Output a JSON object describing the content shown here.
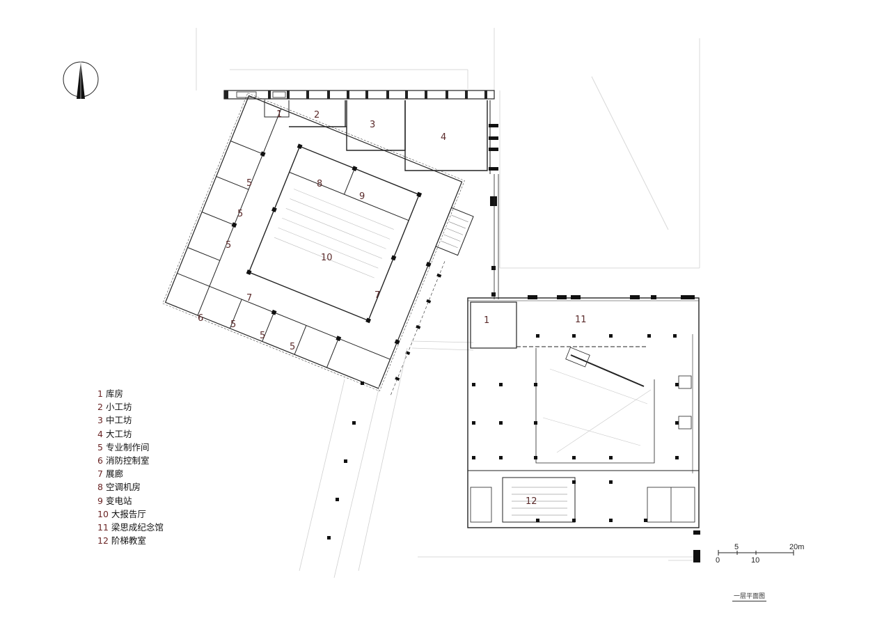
{
  "compass": {
    "icon": "north-arrow-icon"
  },
  "room_labels": [
    {
      "id": "l1a",
      "text": "1"
    },
    {
      "id": "l2",
      "text": "2"
    },
    {
      "id": "l3",
      "text": "3"
    },
    {
      "id": "l4",
      "text": "4"
    },
    {
      "id": "l5a",
      "text": "5"
    },
    {
      "id": "l5b",
      "text": "5"
    },
    {
      "id": "l5c",
      "text": "5"
    },
    {
      "id": "l5d",
      "text": "5"
    },
    {
      "id": "l5e",
      "text": "5"
    },
    {
      "id": "l5f",
      "text": "5"
    },
    {
      "id": "l6",
      "text": "6"
    },
    {
      "id": "l7a",
      "text": "7"
    },
    {
      "id": "l7b",
      "text": "7"
    },
    {
      "id": "l8",
      "text": "8"
    },
    {
      "id": "l9",
      "text": "9"
    },
    {
      "id": "l10",
      "text": "10"
    },
    {
      "id": "l1b",
      "text": "1"
    },
    {
      "id": "l11",
      "text": "11"
    },
    {
      "id": "l12",
      "text": "12"
    }
  ],
  "legend": [
    {
      "num": "1",
      "text": "库房"
    },
    {
      "num": "2",
      "text": "小工坊"
    },
    {
      "num": "3",
      "text": "中工坊"
    },
    {
      "num": "4",
      "text": "大工坊"
    },
    {
      "num": "5",
      "text": "专业制作间"
    },
    {
      "num": "6",
      "text": "消防控制室"
    },
    {
      "num": "7",
      "text": "展廊"
    },
    {
      "num": "8",
      "text": "空调机房"
    },
    {
      "num": "9",
      "text": "变电站"
    },
    {
      "num": "10",
      "text": "大报告厅"
    },
    {
      "num": "11",
      "text": "梁思成纪念馆"
    },
    {
      "num": "12",
      "text": "阶梯教室"
    }
  ],
  "scale_bar": {
    "t0": "0",
    "t5": "5",
    "t10": "10",
    "t20": "20m"
  },
  "caption": "一层平面图"
}
